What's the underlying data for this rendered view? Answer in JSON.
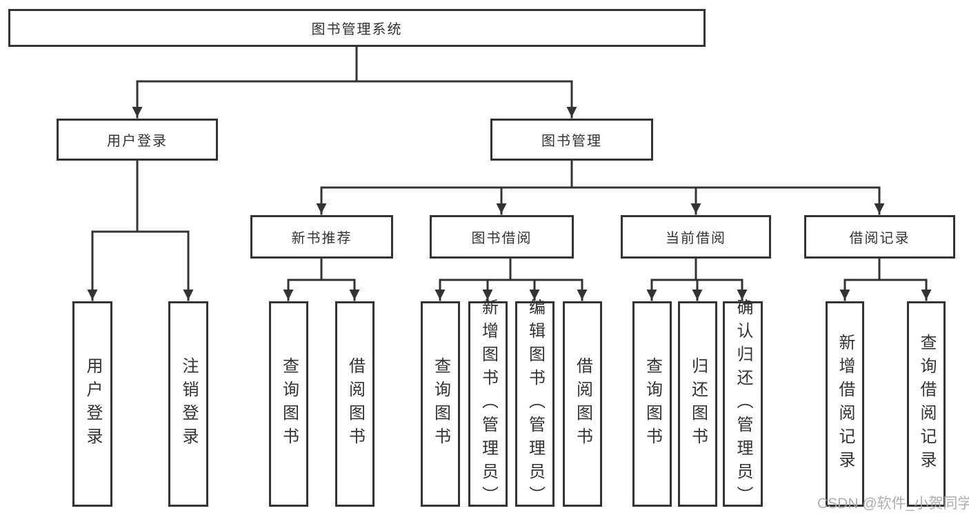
{
  "diagram": {
    "type": "tree",
    "colors": {
      "background": "#ffffff",
      "line": "#333333",
      "box_border": "#333333",
      "text": "#333333",
      "watermark": "#a5a5a5"
    },
    "root": {
      "label": "图书管理系统"
    },
    "branches": [
      {
        "label": "用户登录",
        "children": [
          {
            "label": "用户登录"
          },
          {
            "label": "注销登录"
          }
        ]
      },
      {
        "label": "图书管理",
        "children": [
          {
            "label": "新书推荐",
            "children": [
              {
                "label": "查询图书"
              },
              {
                "label": "借阅图书"
              }
            ]
          },
          {
            "label": "图书借阅",
            "children": [
              {
                "label": "查询图书"
              },
              {
                "label": "新增图书（管理员）"
              },
              {
                "label": "编辑图书（管理员）"
              },
              {
                "label": "借阅图书"
              }
            ]
          },
          {
            "label": "当前借阅",
            "children": [
              {
                "label": "查询图书"
              },
              {
                "label": "归还图书"
              },
              {
                "label": "确认归还（管理员）"
              }
            ]
          },
          {
            "label": "借阅记录",
            "children": [
              {
                "label": "新增借阅记录"
              },
              {
                "label": "查询借阅记录"
              }
            ]
          }
        ]
      }
    ],
    "watermark": "CSDN @软件_小贺同学"
  }
}
